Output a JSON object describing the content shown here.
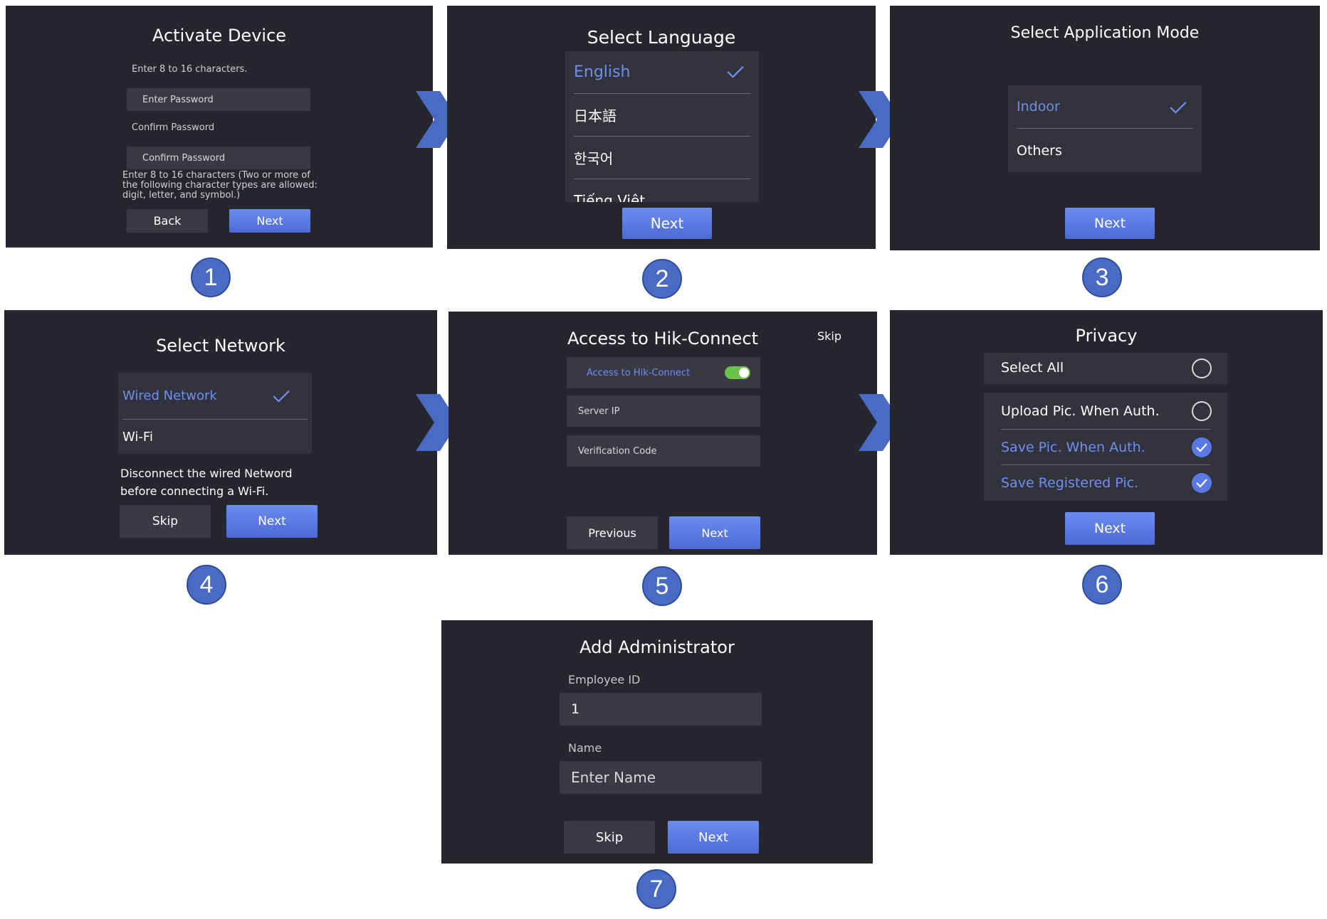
{
  "colors": {
    "panel_bg": "#26262f",
    "accent": "#6e8ff0",
    "badge": "#4a6bc4",
    "arrow": "#4a6bc4",
    "toggle_on": "#6ac24a"
  },
  "step1": {
    "title": "Activate Device",
    "hint_top": "Enter 8 to 16 characters.",
    "password_placeholder": "Enter Password",
    "confirm_label": "Confirm Password",
    "confirm_placeholder": "Confirm Password",
    "rule_text": "Enter 8 to 16 characters (Two or more of the following character types are allowed: digit, letter, and symbol.)",
    "back_label": "Back",
    "next_label": "Next",
    "badge": "1"
  },
  "step2": {
    "title": "Select Language",
    "languages": [
      {
        "label": "English",
        "selected": true
      },
      {
        "label": "日本語",
        "selected": false
      },
      {
        "label": "한국어",
        "selected": false
      },
      {
        "label": "Tiếng Việt",
        "selected": false
      }
    ],
    "next_label": "Next",
    "badge": "2"
  },
  "step3": {
    "title": "Select Application Mode",
    "modes": [
      {
        "label": "Indoor",
        "selected": true
      },
      {
        "label": "Others",
        "selected": false
      }
    ],
    "next_label": "Next",
    "badge": "3"
  },
  "step4": {
    "title": "Select Network",
    "networks": [
      {
        "label": "Wired Network",
        "selected": true
      },
      {
        "label": "Wi-Fi",
        "selected": false
      }
    ],
    "note_line1": "Disconnect the wired Netword",
    "note_line2": "before connecting a Wi-Fi.",
    "skip_label": "Skip",
    "next_label": "Next",
    "badge": "4"
  },
  "step5": {
    "title": "Access to Hik-Connect",
    "skip_label": "Skip",
    "toggle_label": "Access to Hik-Connect",
    "toggle_on": true,
    "server_ip_placeholder": "Server IP",
    "verification_placeholder": "Verification Code",
    "previous_label": "Previous",
    "next_label": "Next",
    "badge": "5"
  },
  "step6": {
    "title": "Privacy",
    "select_all_label": "Select All",
    "options": [
      {
        "label": "Upload Pic. When Auth.",
        "checked": false
      },
      {
        "label": "Save Pic. When Auth.",
        "checked": true
      },
      {
        "label": "Save Registered Pic.",
        "checked": true
      }
    ],
    "next_label": "Next",
    "badge": "6"
  },
  "step7": {
    "title": "Add Administrator",
    "employee_id_label": "Employee ID",
    "employee_id_value": "1",
    "name_label": "Name",
    "name_placeholder": "Enter Name",
    "skip_label": "Skip",
    "next_label": "Next",
    "badge": "7"
  }
}
